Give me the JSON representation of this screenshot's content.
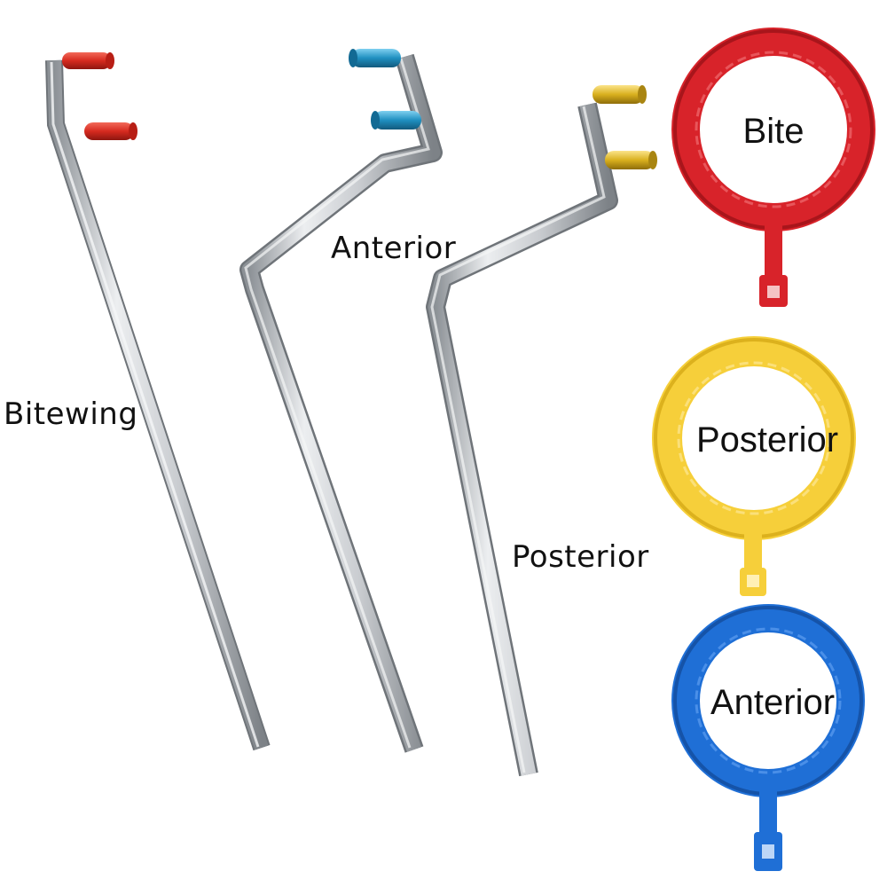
{
  "rods": {
    "bitewing": {
      "label": "Bitewing",
      "pin_color": "#d62a1f"
    },
    "anterior": {
      "label": "Anterior",
      "pin_color": "#1f8fc0"
    },
    "posterior": {
      "label": "Posterior",
      "pin_color": "#d9b01e"
    }
  },
  "rings": {
    "bite": {
      "label": "Bite",
      "color": "#d8232a"
    },
    "posterior": {
      "label": "Posterior",
      "color": "#f6cf3a"
    },
    "anterior": {
      "label": "Anterior",
      "color": "#1f6fd6"
    }
  },
  "colors": {
    "steel_light": "#eceef0",
    "steel_mid": "#c4c8cc",
    "steel_dark": "#8c9196",
    "text": "#111111"
  }
}
